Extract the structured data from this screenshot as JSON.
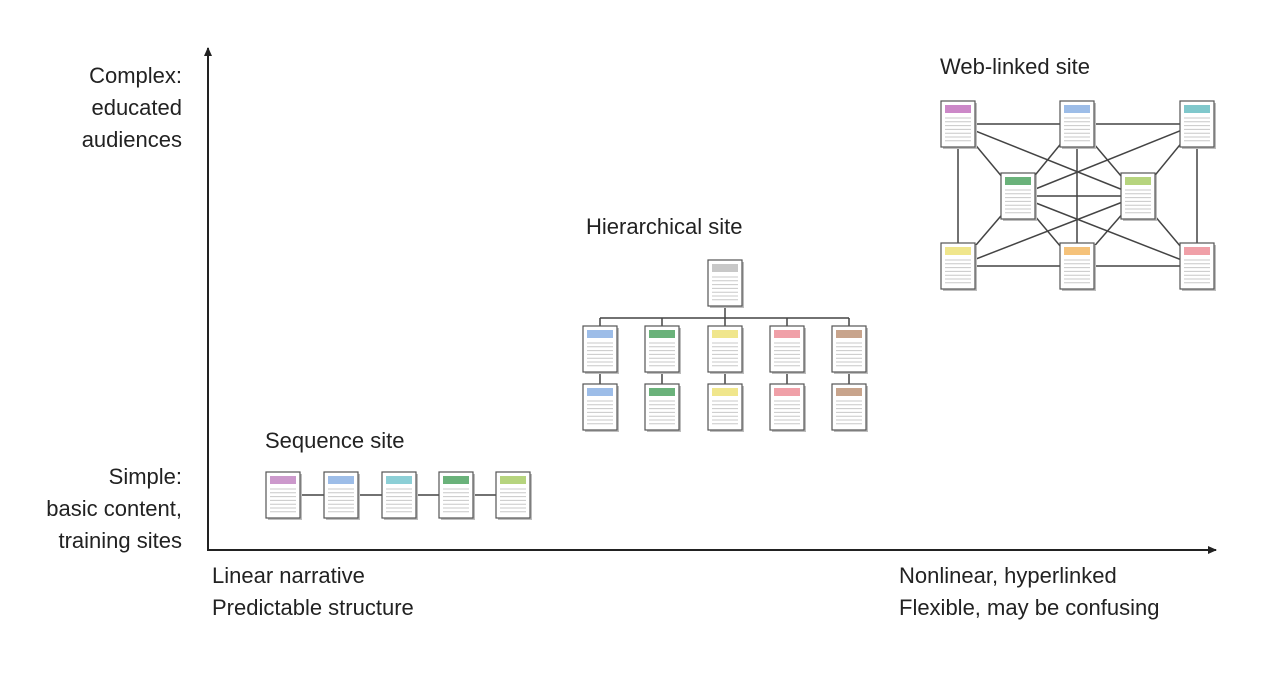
{
  "y_axis": {
    "top_label": [
      "Complex:",
      "educated",
      "audiences"
    ],
    "bottom_label": [
      "Simple:",
      "basic content,",
      "training sites"
    ]
  },
  "x_axis": {
    "left_label": [
      "Linear narrative",
      "Predictable structure"
    ],
    "right_label": [
      "Nonlinear, hyperlinked",
      "Flexible, may be confusing"
    ]
  },
  "diagrams": {
    "sequence": {
      "title": "Sequence site",
      "page_colors": [
        "#cc99cc",
        "#9dbde8",
        "#8ccfd6",
        "#6ab27a",
        "#b6d47e"
      ]
    },
    "hierarchical": {
      "title": "Hierarchical site",
      "root_color": "#c8c8c8",
      "branch_colors": [
        "#9dbde8",
        "#6ab27a",
        "#f0e68c",
        "#f0a0a8",
        "#c8a48c"
      ]
    },
    "web": {
      "title": "Web-linked site",
      "top_colors": [
        "#cc88c8",
        "#9dbde8",
        "#80c8cc"
      ],
      "middle_colors": [
        "#6ab27a",
        "#b6d47e"
      ],
      "bottom_colors": [
        "#f0e68c",
        "#f5c27a",
        "#f0a0a8"
      ]
    }
  },
  "colors": {
    "axis": "#222222",
    "connector": "#444444",
    "page_border": "#555555",
    "page_lines": "#c8c8c8"
  }
}
